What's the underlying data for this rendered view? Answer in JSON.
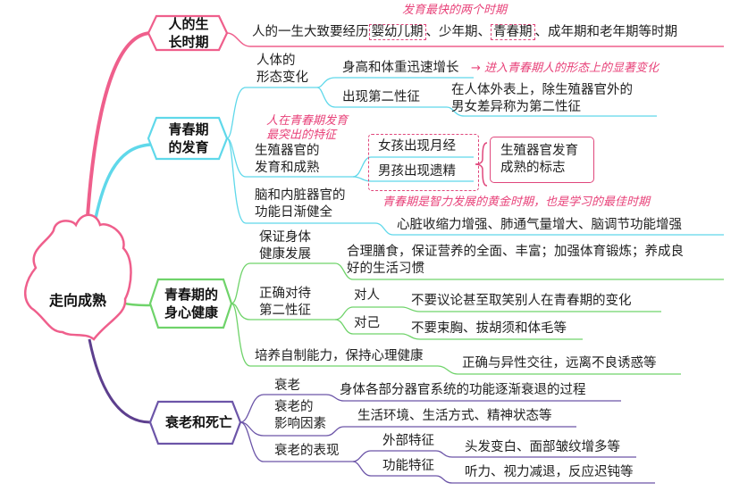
{
  "root": {
    "label": "走向成熟"
  },
  "colors": {
    "growth": "#ef5f8c",
    "puberty": "#5fd8ea",
    "health": "#6fd36a",
    "aging": "#6c55a8",
    "note": "#e8437a"
  },
  "branches": [
    {
      "label_line1": "人的生",
      "label_line2": "长时期",
      "content": {
        "prefix": "人的一生大致要经历",
        "highlight1": "婴幼儿期",
        "middle": "、少年期、",
        "highlight2": "青春期",
        "suffix": "、成年期和老年期等时期"
      },
      "note": "发育最快的两个时期"
    },
    {
      "label_line1": "青春期",
      "label_line2": "的发育",
      "children": [
        {
          "label_line1": "人体的",
          "label_line2": "形态变化",
          "items": [
            {
              "label": "身高和体重迅速增长",
              "note": "→ 进入青春期人的形态上的显著变化"
            },
            {
              "label": "出现第二性征",
              "detail_line1": "在人体外表上，除生殖器官外的",
              "detail_line2": "男女差异称为第二性征"
            }
          ]
        },
        {
          "label_line1": "生殖器官的",
          "label_line2": "发育和成熟",
          "note_line1": "人在青春期发育",
          "note_line2": "最突出的特征",
          "items": [
            {
              "label": "女孩出现月经"
            },
            {
              "label": "男孩出现遗精"
            }
          ],
          "summary_line1": "生殖器官发育",
          "summary_line2": "成熟的标志"
        },
        {
          "label_line1": "脑和内脏器官的",
          "label_line2": "功能日渐健全",
          "note": "青春期是智力发展的黄金时期，也是学习的最佳时期",
          "detail": "心脏收缩力增强、肺通气量增大、脑调节功能增强"
        }
      ]
    },
    {
      "label_line1": "青春期的",
      "label_line2": "身心健康",
      "children": [
        {
          "label_line1": "保证身体",
          "label_line2": "健康发展",
          "detail_line1": "合理膳食，保证营养的全面、丰富；加强体育锻炼；养成良",
          "detail_line2": "好的生活习惯"
        },
        {
          "label_line1": "正确对待",
          "label_line2": "第二性征",
          "items": [
            {
              "label": "对人",
              "detail": "不要议论甚至取笑别人在青春期的变化"
            },
            {
              "label": "对己",
              "detail": "不要束胸、拔胡须和体毛等"
            }
          ]
        },
        {
          "label": "培养自制能力，保持心理健康",
          "detail": "正确与异性交往，远离不良诱惑等"
        }
      ]
    },
    {
      "label": "衰老和死亡",
      "children": [
        {
          "label": "衰老",
          "detail": "身体各部分器官系统的功能逐渐衰退的过程"
        },
        {
          "label_line1": "衰老的",
          "label_line2": "影响因素",
          "detail": "生活环境、生活方式、精神状态等"
        },
        {
          "label": "衰老的表现",
          "items": [
            {
              "label": "外部特征",
              "detail": "头发变白、面部皱纹增多等"
            },
            {
              "label": "功能特征",
              "detail": "听力、视力减退，反应迟钝等"
            }
          ]
        }
      ]
    }
  ]
}
